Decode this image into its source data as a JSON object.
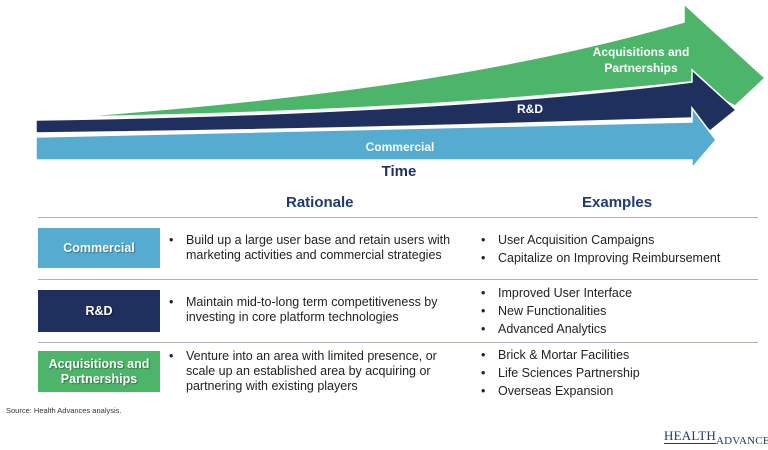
{
  "colors": {
    "commercial": "#55acd0",
    "rd": "#1f2f5e",
    "acquisitions": "#4cb56a",
    "heading": "#1f3a6e"
  },
  "arrows": {
    "commercial_label": "Commercial",
    "rd_label": "R&D",
    "acquisitions_label_line1": "Acquisitions and",
    "acquisitions_label_line2": "Partnerships",
    "axis_label": "Time"
  },
  "table": {
    "headers": {
      "rationale": "Rationale",
      "examples": "Examples"
    },
    "rows": [
      {
        "category": "Commercial",
        "rationale": [
          "Build up a large user base and retain users with marketing activities and commercial strategies"
        ],
        "examples": [
          "User Acquisition Campaigns",
          "Capitalize on Improving Reimbursement"
        ]
      },
      {
        "category": "R&D",
        "rationale": [
          "Maintain mid-to-long term competitiveness by investing in core platform technologies"
        ],
        "examples": [
          "Improved User Interface",
          "New Functionalities",
          "Advanced Analytics"
        ]
      },
      {
        "category_line1": "Acquisitions and",
        "category_line2": "Partnerships",
        "rationale": [
          "Venture into an area with limited presence, or scale up an established area by acquiring or partnering with existing players"
        ],
        "examples": [
          "Brick & Mortar Facilities",
          "Life Sciences Partnership",
          "Overseas Expansion"
        ]
      }
    ]
  },
  "footer": {
    "source": "Source:  Health Advances analysis.",
    "logo_part1": "HEALTH",
    "logo_part2": "ADVANCES"
  }
}
